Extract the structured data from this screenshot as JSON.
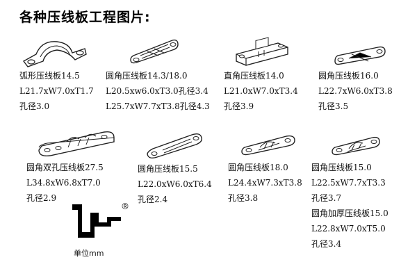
{
  "title": "各种压线板工程图片:",
  "products": [
    {
      "name": "弧形压线板14.5",
      "dims": [
        "L21.7xW7.0xT1.7"
      ],
      "hole": "孔径3.0",
      "icon": "arch-clamp-icon"
    },
    {
      "name": "圆角压线板14.3/18.0",
      "dims": [
        "L20.5xw6.0xT3.0孔径3.4",
        "L25.7xW7.7xT3.8孔径4.3"
      ],
      "icon": "rounded-clamp-icon"
    },
    {
      "name": "直角压线板14.0",
      "dims": [
        "L21.0xW7.0xT3.4"
      ],
      "hole": "孔径3.9",
      "icon": "square-clamp-icon"
    },
    {
      "name": "圆角压线板16.0",
      "dims": [
        "L22.7xW6.0xT3.8"
      ],
      "hole": "孔径3.5",
      "icon": "rounded-clamp-icon"
    },
    {
      "name": "圆角双孔压线板27.5",
      "dims": [
        "L34.8xW6.8xT7.0"
      ],
      "hole": "孔径2.9",
      "icon": "double-hole-clamp-icon"
    },
    {
      "name": "圆角压线板15.5",
      "dims": [
        "L22.0xW6.0xT6.4"
      ],
      "hole": "孔径2.4",
      "icon": "rounded-clamp-icon"
    },
    {
      "name": "圆角压线板18.0",
      "dims": [
        "L24.4xW7.3xT3.8"
      ],
      "hole": "孔径3.8",
      "icon": "rounded-clamp-icon"
    },
    {
      "name": "圆角压线板15.0",
      "dims": [
        "L22.5xW7.7xT3.3"
      ],
      "hole": "孔径3.7",
      "icon": "rounded-clamp-icon"
    }
  ],
  "extra": {
    "name": "圆角加厚压线板15.0",
    "dims": [
      "L22.8xW7.0xT5.0"
    ],
    "hole": "孔径3.4"
  },
  "brand": {
    "reg_mark": "®",
    "unit": "单位mm",
    "icon": "brand-logo-icon"
  }
}
